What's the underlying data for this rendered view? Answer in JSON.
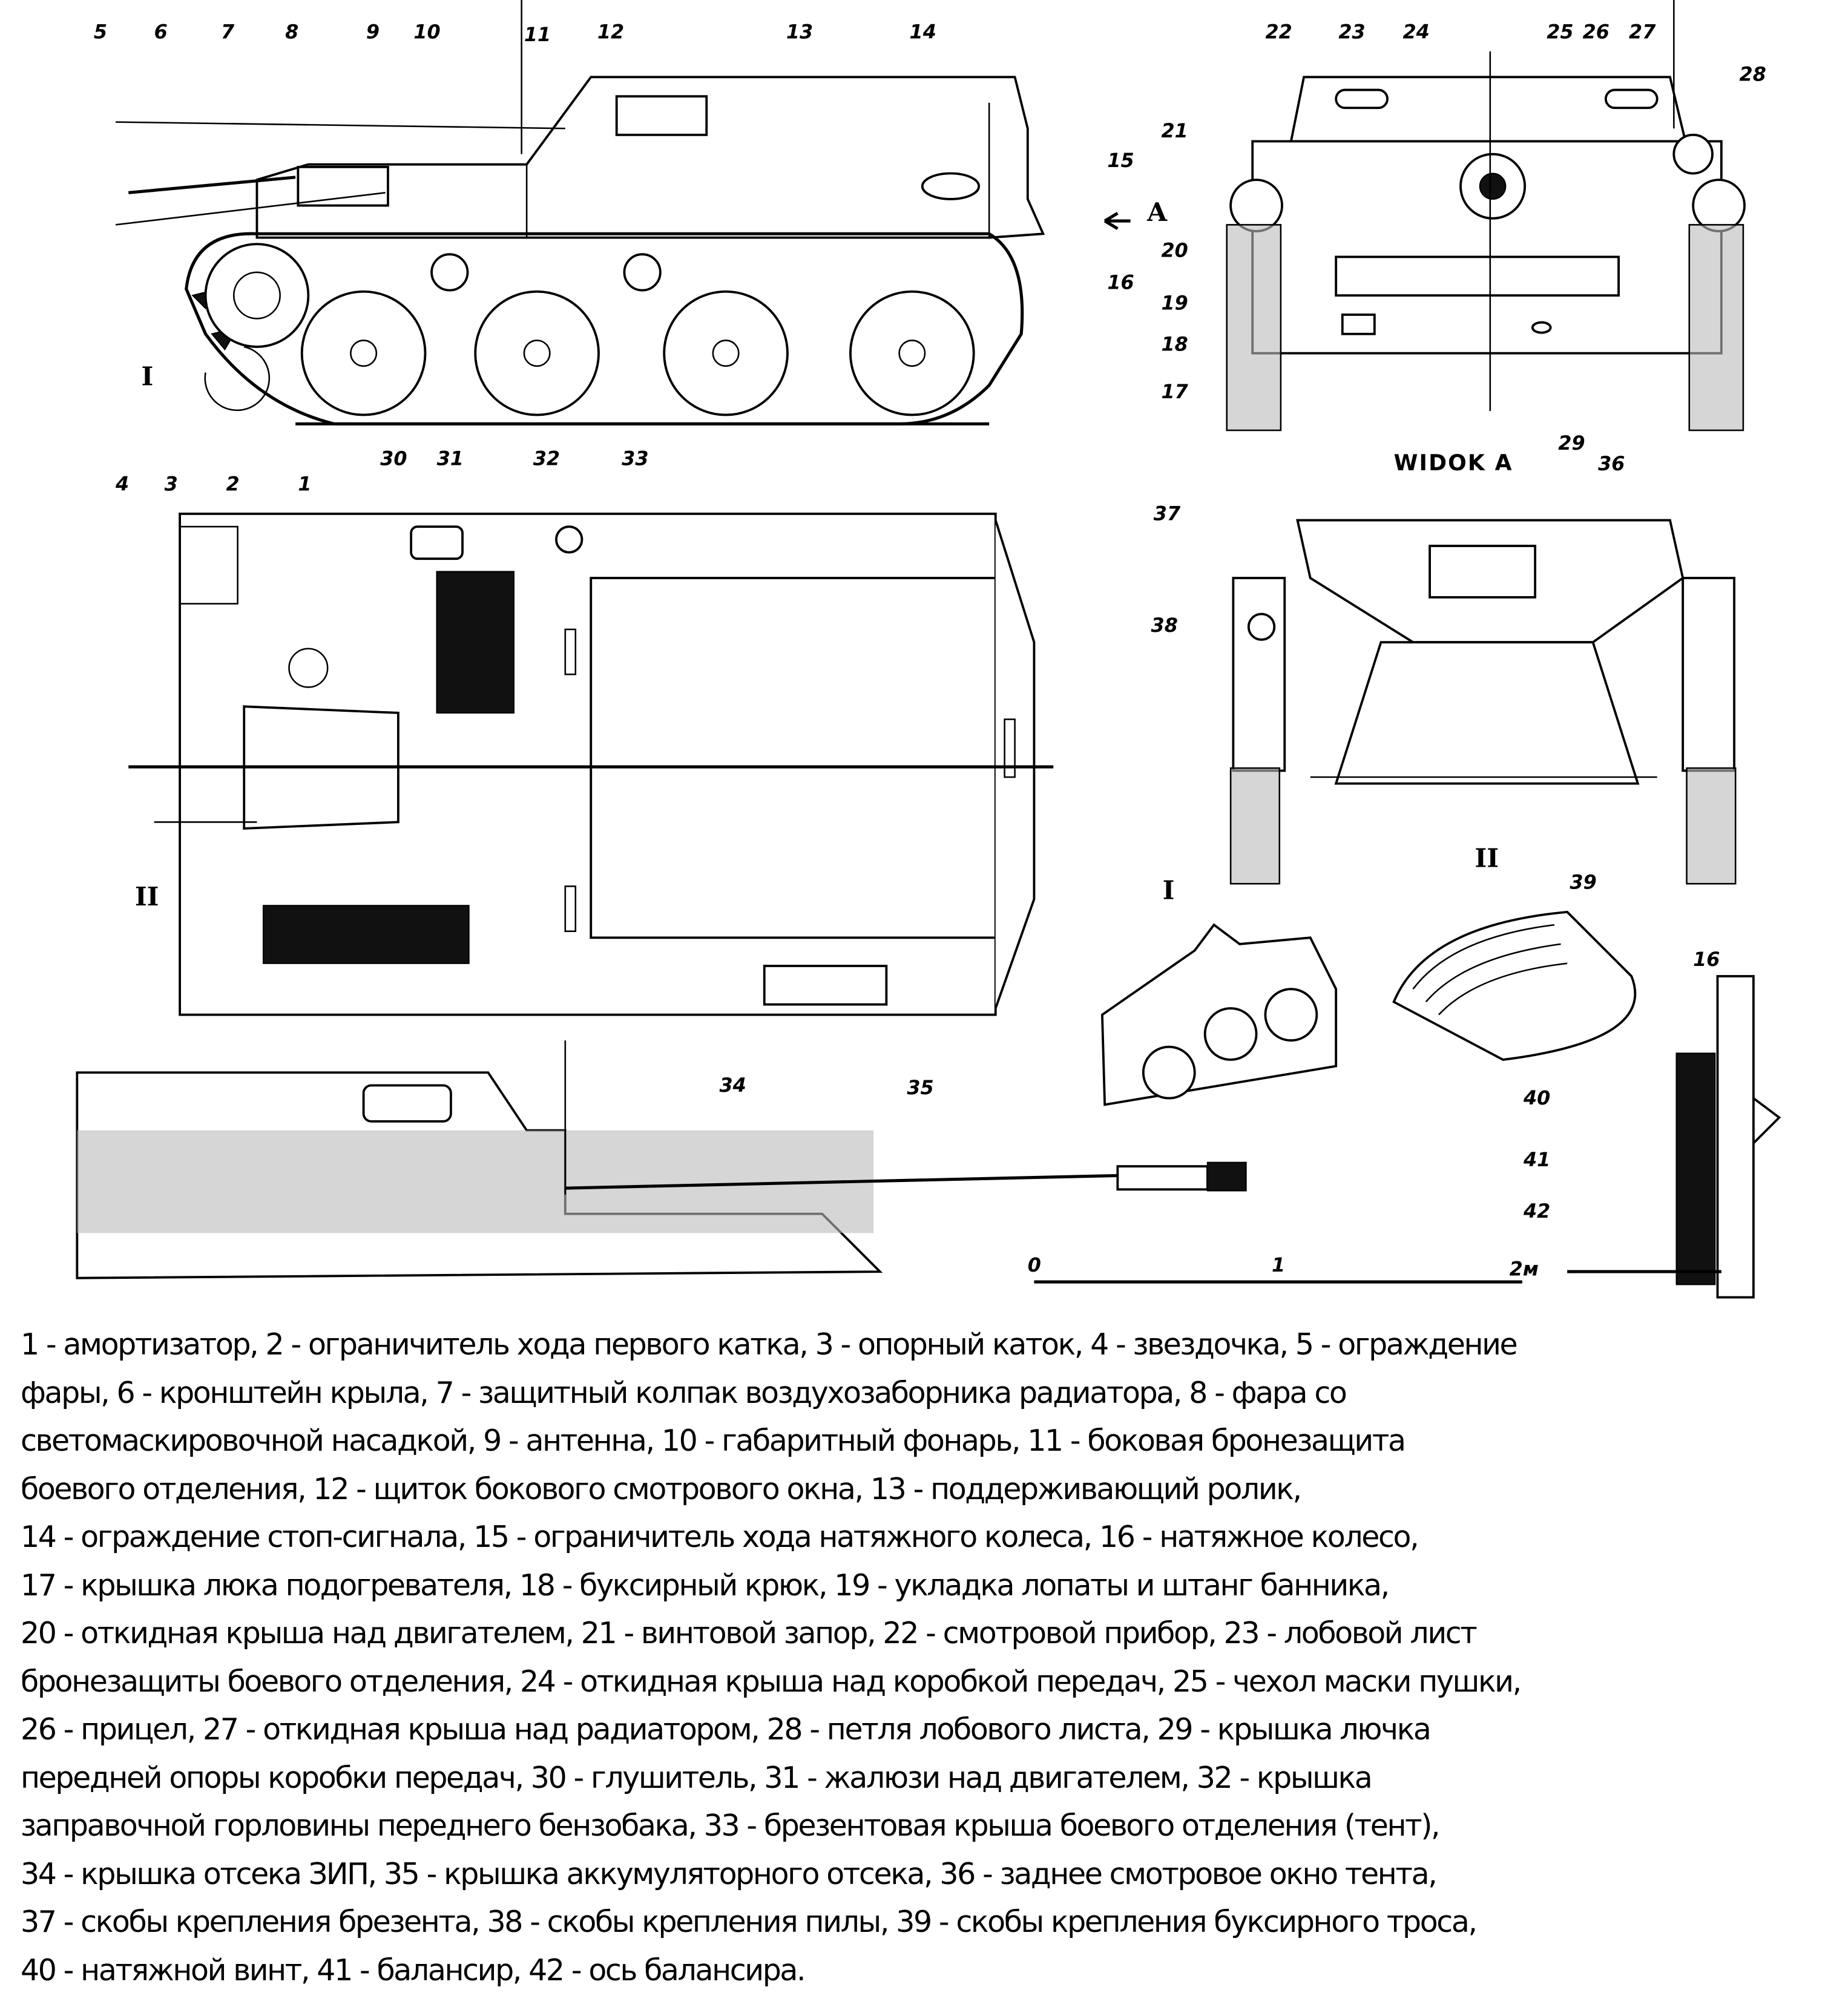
{
  "callouts": {
    "side": [
      "1",
      "2",
      "3",
      "4",
      "5",
      "6",
      "7",
      "8",
      "9",
      "10",
      "11",
      "12",
      "13",
      "14",
      "15",
      "16"
    ],
    "front": [
      "17",
      "18",
      "19",
      "20",
      "21",
      "22",
      "23",
      "24",
      "25",
      "26",
      "27",
      "28",
      "29"
    ],
    "top": [
      "30",
      "31",
      "32",
      "33",
      "34",
      "35"
    ],
    "rear": [
      "36",
      "37",
      "38",
      "39"
    ],
    "wheel": [
      "16",
      "40",
      "41",
      "42"
    ],
    "section_marks": {
      "one": "I",
      "two": "II"
    },
    "view_arrow": "A"
  },
  "view_title": "WIDOK A",
  "scale": {
    "zero": "0",
    "one": "1",
    "two": "2м"
  },
  "caption_lines": [
    "1 - амортизатор, 2 - ограничитель хода первого катка, 3 - опорный каток, 4 - звездочка, 5 - ограждение",
    "фары, 6 - кронштейн крыла, 7 - защитный колпак воздухозаборника радиатора, 8 - фара со",
    "светомаскировочной насадкой, 9 - антенна, 10 - габаритный фонарь, 11 - боковая бронезащита",
    "боевого отделения, 12 - щиток бокового смотрового окна, 13 - поддерживающий ролик,",
    "14 - ограждение стоп-сигнала, 15 - ограничитель хода натяжного колеса, 16 - натяжное колесо,",
    "17 - крышка люка подогревателя, 18 - буксирный крюк, 19 - укладка лопаты и штанг банника,",
    "20 - откидная крыша над двигателем, 21 - винтовой запор, 22 - смотровой прибор, 23 - лобовой лист",
    "бронезащиты боевого отделения, 24 - откидная крыша над коробкой передач, 25 - чехол маски пушки,",
    "26 - прицел, 27 - откидная крыша над радиатором, 28 - петля лобового листа, 29 - крышка лючка",
    "передней опоры коробки передач, 30 - глушитель, 31 - жалюзи над двигателем, 32 - крышка",
    "заправочной горловины переднего бензобака, 33 - брезентовая крыша боевого отделения (тент),",
    "34 - крышка отсека ЗИП, 35 - крышка аккумуляторного отсека, 36 - заднее смотровое окно тента,",
    "37 - скобы крепления брезента, 38 - скобы крепления пилы, 39 - скобы крепления буксирного троса,",
    "40 - натяжной винт, 41 - балансир, 42 - ось балансира."
  ]
}
